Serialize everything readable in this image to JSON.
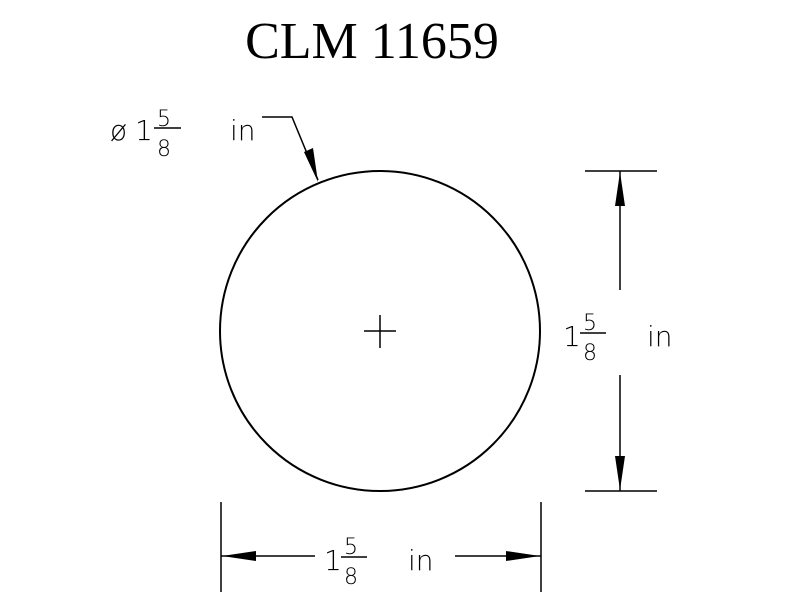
{
  "title": "CLM 11659",
  "diameter_label": {
    "symbol": "ø",
    "whole": "1",
    "numerator": "5",
    "denominator": "8",
    "unit": "in"
  },
  "height_label": {
    "whole": "1",
    "numerator": "5",
    "denominator": "8",
    "unit": "in"
  },
  "width_label": {
    "whole": "1",
    "numerator": "5",
    "denominator": "8",
    "unit": "in"
  }
}
